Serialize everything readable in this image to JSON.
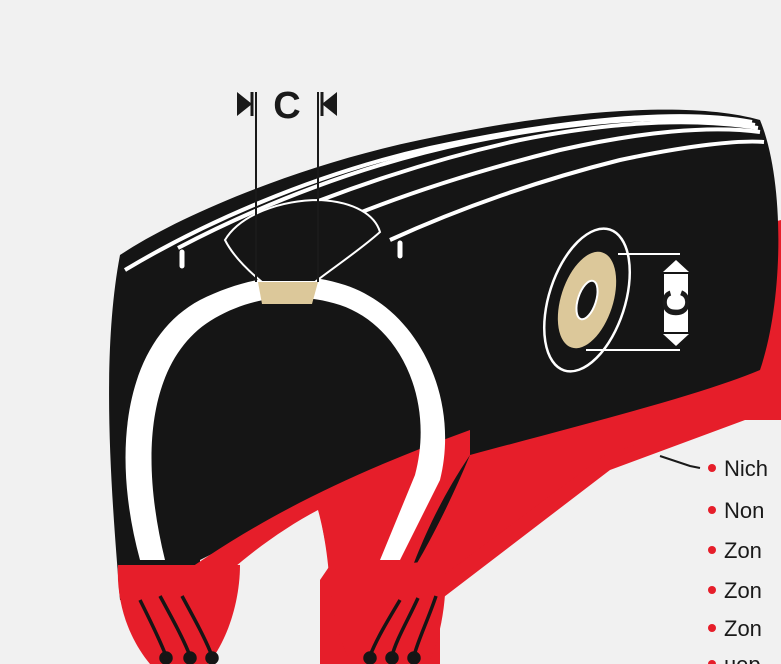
{
  "diagram": {
    "top_dimension_label": "C",
    "side_dimension_label": "C",
    "legend_items": [
      {
        "text": "Nich"
      },
      {
        "text": "Non"
      },
      {
        "text": "Zon"
      },
      {
        "text": "Zon"
      },
      {
        "text": "Zon"
      },
      {
        "text": "нер"
      }
    ],
    "colors": {
      "background": "#f1f1f1",
      "tire": "#151515",
      "tread_grooves": "#ffffff",
      "puncture_patch": "#dcc89a",
      "inner_liner": "#ffffff",
      "red_zone": "#e61e2a",
      "bullet": "#e61e2a"
    },
    "icons": {
      "top_markers": "inward-pointing-triangles",
      "side_markers": "up-down-arrows"
    }
  }
}
